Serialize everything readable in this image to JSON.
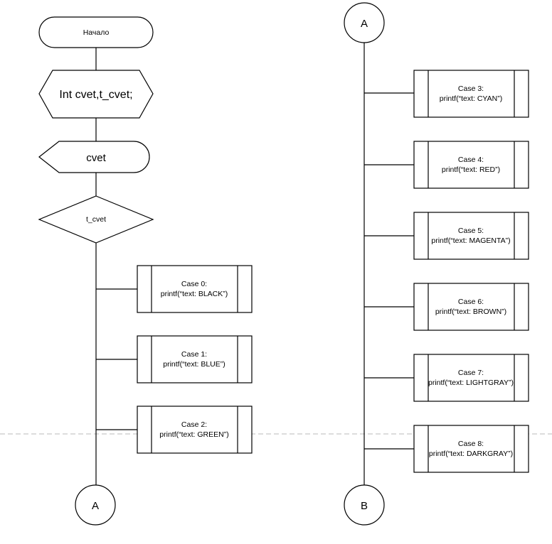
{
  "flowchart": {
    "start_label": "Начало",
    "declare_label": "Int cvet,t_cvet;",
    "input_label": "cvet",
    "decision_label": "t_cvet",
    "connector_a": "A",
    "connector_b": "B",
    "cases": [
      {
        "title": "Case 0:",
        "code": "printf(“text: BLACK”)"
      },
      {
        "title": "Case 1:",
        "code": "printf(“text: BLUE”)"
      },
      {
        "title": "Case 2:",
        "code": "printf(“text: GREEN”)"
      },
      {
        "title": "Case 3:",
        "code": "printf(“text: CYAN”)"
      },
      {
        "title": "Case 4:",
        "code": "printf(“text: RED”)"
      },
      {
        "title": "Case 5:",
        "code": "printf(“text: MAGENTA”)"
      },
      {
        "title": "Case 6:",
        "code": "printf(“text: BROWN”)"
      },
      {
        "title": "Case 7:",
        "code": "printf(“text: LIGHTGRAY”)"
      },
      {
        "title": "Case 8:",
        "code": "printf(“text: DARKGRAY”)"
      }
    ]
  }
}
